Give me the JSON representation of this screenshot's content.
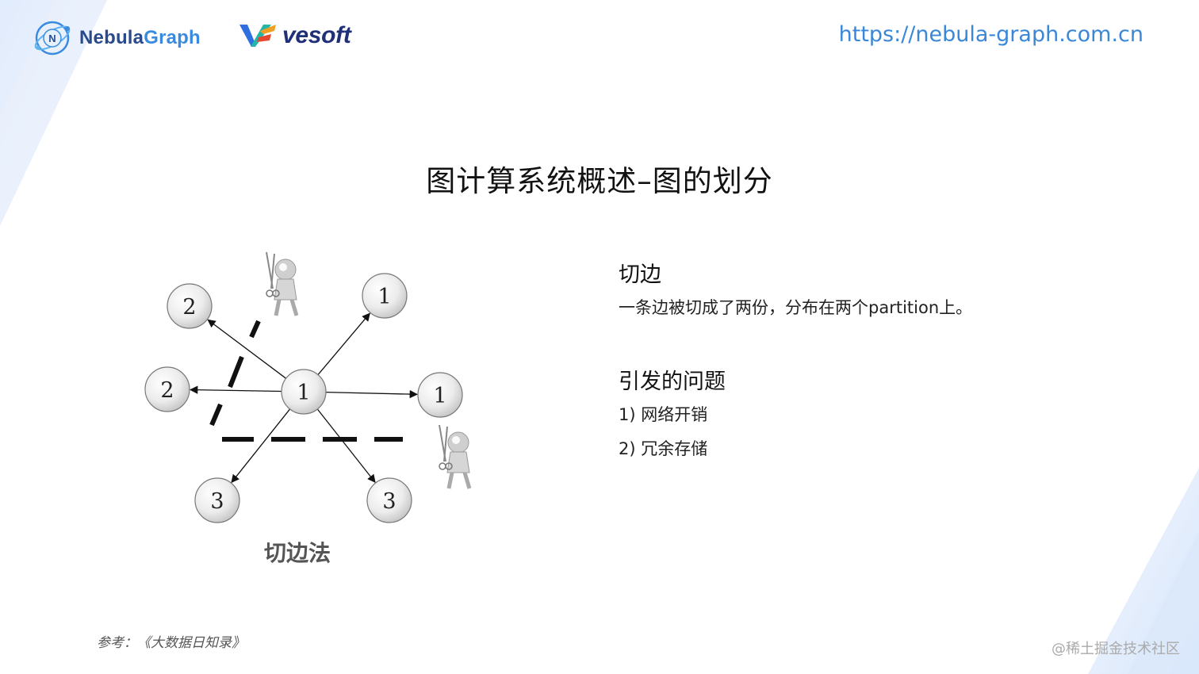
{
  "header": {
    "brand_prefix": "Nebula",
    "brand_suffix": "Graph",
    "partner": "vesoft",
    "url": "https://nebula-graph.com.cn"
  },
  "title": "图计算系统概述–图的划分",
  "diagram": {
    "nodes": [
      {
        "label": "2",
        "role": "partition-2"
      },
      {
        "label": "1",
        "role": "partition-1"
      },
      {
        "label": "2",
        "role": "partition-2"
      },
      {
        "label": "1",
        "role": "center"
      },
      {
        "label": "1",
        "role": "partition-1"
      },
      {
        "label": "3",
        "role": "partition-3"
      },
      {
        "label": "3",
        "role": "partition-3"
      }
    ],
    "edges": [
      {
        "from": 3,
        "to": 0
      },
      {
        "from": 3,
        "to": 1
      },
      {
        "from": 3,
        "to": 2
      },
      {
        "from": 3,
        "to": 4
      },
      {
        "from": 3,
        "to": 5
      },
      {
        "from": 3,
        "to": 6
      }
    ],
    "cut_lines": [
      "diagonal-cut",
      "horizontal-cut"
    ],
    "figures": [
      "scissors-figure-top",
      "scissors-figure-right"
    ],
    "caption": "切边法"
  },
  "content": {
    "heading1": "切边",
    "text1": "一条边被切成了两份，分布在两个partition上。",
    "heading2": "引发的问题",
    "item1": "1) 网络开销",
    "item2": "2) 冗余存储"
  },
  "footer": {
    "reference": "参考：《大数据日知录》",
    "watermark": "@稀土掘金技术社区"
  }
}
